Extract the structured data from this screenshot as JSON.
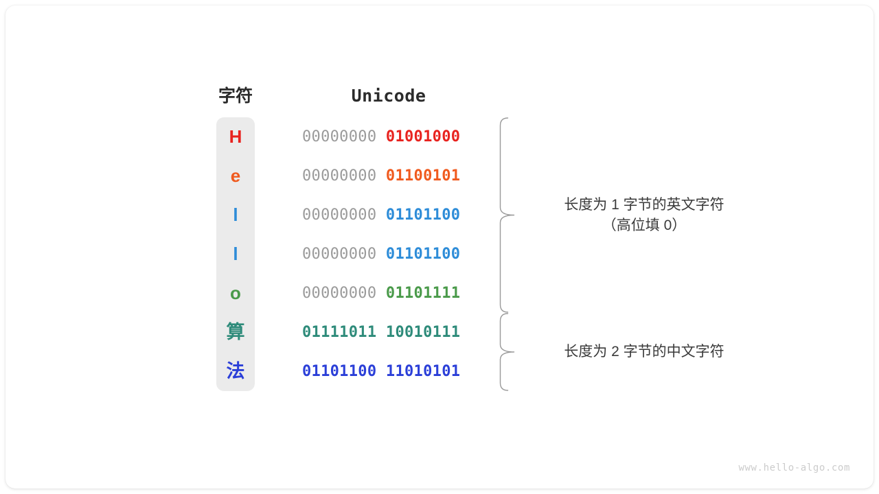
{
  "figure": {
    "watermark": "www.hello-algo.com",
    "background_color": "#ffffff",
    "card_color": "#ffffff",
    "pill_color": "#ebebeb",
    "dim_byte_color": "#9a9a9a",
    "annotation_color": "#3a3a3a",
    "brace_color": "#9a9a9a"
  },
  "headers": {
    "char": "字符",
    "unicode": "Unicode"
  },
  "rows": [
    {
      "char": "H",
      "char_color": "#e8231f",
      "byte_hi": "00000000",
      "byte_lo": "01001000",
      "byte_hi_colored": false,
      "bits_color": "#e8231f",
      "is_cjk": false
    },
    {
      "char": "e",
      "char_color": "#f05a1e",
      "byte_hi": "00000000",
      "byte_lo": "01100101",
      "byte_hi_colored": false,
      "bits_color": "#f05a1e",
      "is_cjk": false
    },
    {
      "char": "l",
      "char_color": "#2d8cd8",
      "byte_hi": "00000000",
      "byte_lo": "01101100",
      "byte_hi_colored": false,
      "bits_color": "#2d8cd8",
      "is_cjk": false
    },
    {
      "char": "l",
      "char_color": "#2d8cd8",
      "byte_hi": "00000000",
      "byte_lo": "01101100",
      "byte_hi_colored": false,
      "bits_color": "#2d8cd8",
      "is_cjk": false
    },
    {
      "char": "o",
      "char_color": "#4a9a4a",
      "byte_hi": "00000000",
      "byte_lo": "01101111",
      "byte_hi_colored": false,
      "bits_color": "#4a9a4a",
      "is_cjk": false
    },
    {
      "char": "算",
      "char_color": "#2e8b7a",
      "byte_hi": "01111011",
      "byte_lo": "10010111",
      "byte_hi_colored": true,
      "bits_color": "#2e8b7a",
      "is_cjk": true
    },
    {
      "char": "法",
      "char_color": "#2b3fd8",
      "byte_hi": "01101100",
      "byte_lo": "11010101",
      "byte_hi_colored": true,
      "bits_color": "#2b3fd8",
      "is_cjk": true
    }
  ],
  "groups": [
    {
      "label": "长度为 1 字节的英文字符\n（高位填 0）",
      "row_start": 0,
      "row_end": 4
    },
    {
      "label": "长度为 2 字节的中文字符",
      "row_start": 5,
      "row_end": 6
    }
  ]
}
